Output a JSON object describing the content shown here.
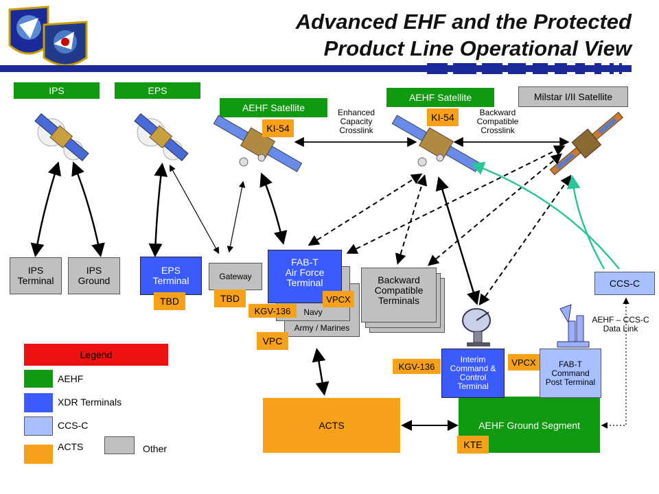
{
  "title": {
    "line1": "Advanced EHF and the Protected",
    "line2": "Product Line Operational View"
  },
  "colors": {
    "aehf": "#119911",
    "xdr": "#3b5bff",
    "ccsc": "#a8c0ff",
    "acts": "#f7a11a",
    "other": "#c0c0c0",
    "legend": "#ee1111",
    "bar": "#1a2a9a"
  },
  "headers": {
    "ips": "IPS",
    "eps": "EPS",
    "aehf_sat_1": "AEHF Satellite",
    "aehf_sat_2": "AEHF Satellite",
    "milstar": "Milstar I/II Satellite"
  },
  "crypto": {
    "ki54_a": "KI-54",
    "ki54_b": "KI-54",
    "tbd_eps": "TBD",
    "tbd_gateway": "TBD",
    "kgv136_a": "KGV-136",
    "vpcx_a": "VPCX",
    "vpc": "VPC",
    "kgv136_b": "KGV-136",
    "vpcx_b": "VPCX",
    "kte": "KTE"
  },
  "links": {
    "enhanced": [
      "Enhanced",
      "Capacity",
      "Crosslink"
    ],
    "backward": [
      "Backward",
      "Compatible",
      "Crosslink"
    ],
    "aehf_ccsc": [
      "AEHF – CCS-C",
      "Data Link"
    ]
  },
  "nodes": {
    "ips_terminal": [
      "IPS",
      "Terminal"
    ],
    "ips_ground": [
      "IPS",
      "Ground"
    ],
    "eps_terminal": [
      "EPS",
      "Terminal"
    ],
    "gateway": "Gateway",
    "fabt_af": [
      "FAB-T",
      "Air Force",
      "Terminal"
    ],
    "navy": "Navy",
    "army": "Army / Marines",
    "backward_terminals": [
      "Backward",
      "Compatible",
      "Terminals"
    ],
    "ccsc": "CCS-C",
    "interim": [
      "Interim",
      "Command &",
      "Control",
      "Terminal"
    ],
    "fabt_cp": [
      "FAB-T",
      "Command",
      "Post Terminal"
    ],
    "acts": "ACTS",
    "aehf_ground": "AEHF Ground Segment"
  },
  "legend": {
    "title": "Legend",
    "aehf": "AEHF",
    "xdr": "XDR Terminals",
    "ccsc": "CCS-C",
    "acts": "ACTS",
    "other": "Other"
  },
  "icons": [
    "satellite-icon",
    "milstar-satellite-icon",
    "dish-antenna-icon",
    "command-post-antenna-icon",
    "af-space-command-logo"
  ]
}
